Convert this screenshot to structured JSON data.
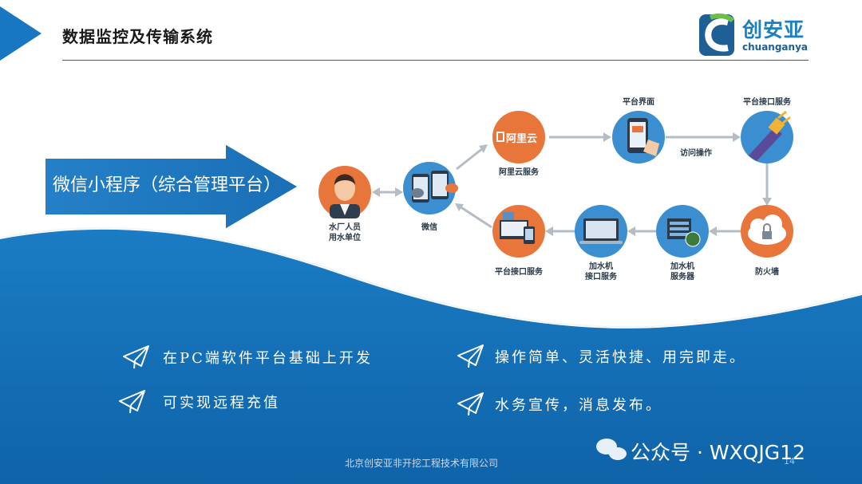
{
  "header": {
    "title": "数据监控及传输系统"
  },
  "logo": {
    "name_cn": "创安亚",
    "name_en": "chuanganya"
  },
  "entry_arrow": {
    "label": "微信小程序（综合管理平台）"
  },
  "nodes": {
    "staff": {
      "label_line1": "水厂人员",
      "label_line2": "用水单位",
      "icon": "person-avatar-icon"
    },
    "wechat": {
      "label": "微信",
      "icon": "phones-chat-icon"
    },
    "aliyun": {
      "label": "阿里云服务",
      "logo_text": "阿里云",
      "icon": "aliyun-logo-icon"
    },
    "platform_ui": {
      "label": "平台界面",
      "icon": "phone-touch-icon"
    },
    "platform_api_top": {
      "label": "平台接口服务",
      "icon": "plug-icon"
    },
    "firewall": {
      "label": "防火墙",
      "icon": "cloud-lock-icon"
    },
    "dispenser_server": {
      "label_line1": "加水机",
      "label_line2": "服务器",
      "icon": "server-globe-icon"
    },
    "dispenser_api": {
      "label_line1": "加水机",
      "label_line2": "接口服务",
      "icon": "laptop-icon"
    },
    "platform_api_bottom": {
      "label": "平台接口服务",
      "icon": "devices-icon"
    }
  },
  "edges": {
    "access_label": "访问操作"
  },
  "features": [
    {
      "text": "在PC端软件平台基础上开发",
      "icon": "paper-plane-icon"
    },
    {
      "text": "操作简单、灵活快捷、用完即走。",
      "icon": "paper-plane-icon"
    },
    {
      "text": "可实现远程充值",
      "icon": "paper-plane-icon"
    },
    {
      "text": "水务宣传，消息发布。",
      "icon": "paper-plane-icon"
    }
  ],
  "footer": {
    "company": "北京创安亚非开挖工程技术有限公司",
    "page": "14"
  },
  "watermark": {
    "text": "公众号 · WXQJG12",
    "icon": "wechat-icon"
  },
  "colors": {
    "primary_blue": "#1570b8",
    "node_orange": "#e8763a",
    "node_blue": "#3b8fd0",
    "arrow_gray": "#b5bcc4"
  }
}
